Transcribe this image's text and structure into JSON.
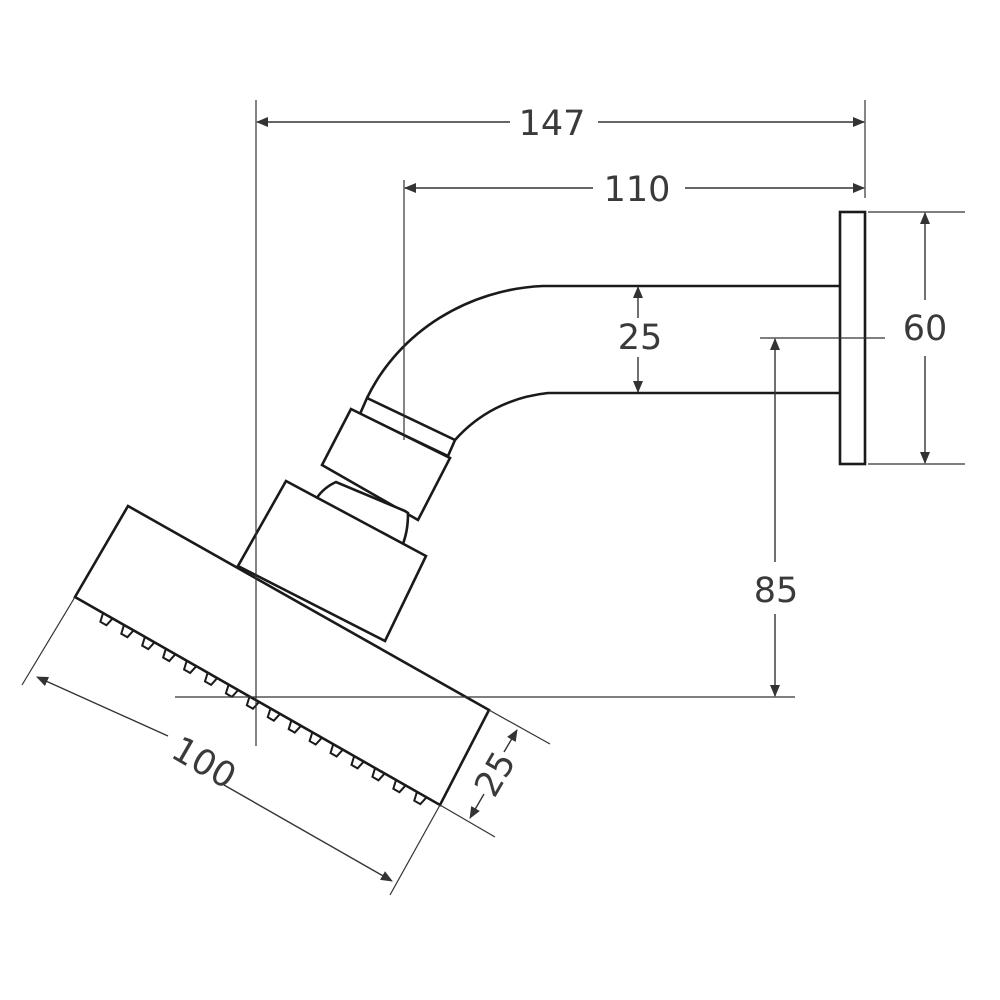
{
  "dimensions": {
    "overall_reach": "147",
    "arm_reach": "110",
    "arm_diameter": "25",
    "flange_height": "60",
    "drop": "85",
    "head_width": "100",
    "head_depth": "25"
  },
  "colors": {
    "outline": "#1a1a1a",
    "dimension": "#333333",
    "label": "#3a3a3a",
    "background": "#ffffff"
  }
}
